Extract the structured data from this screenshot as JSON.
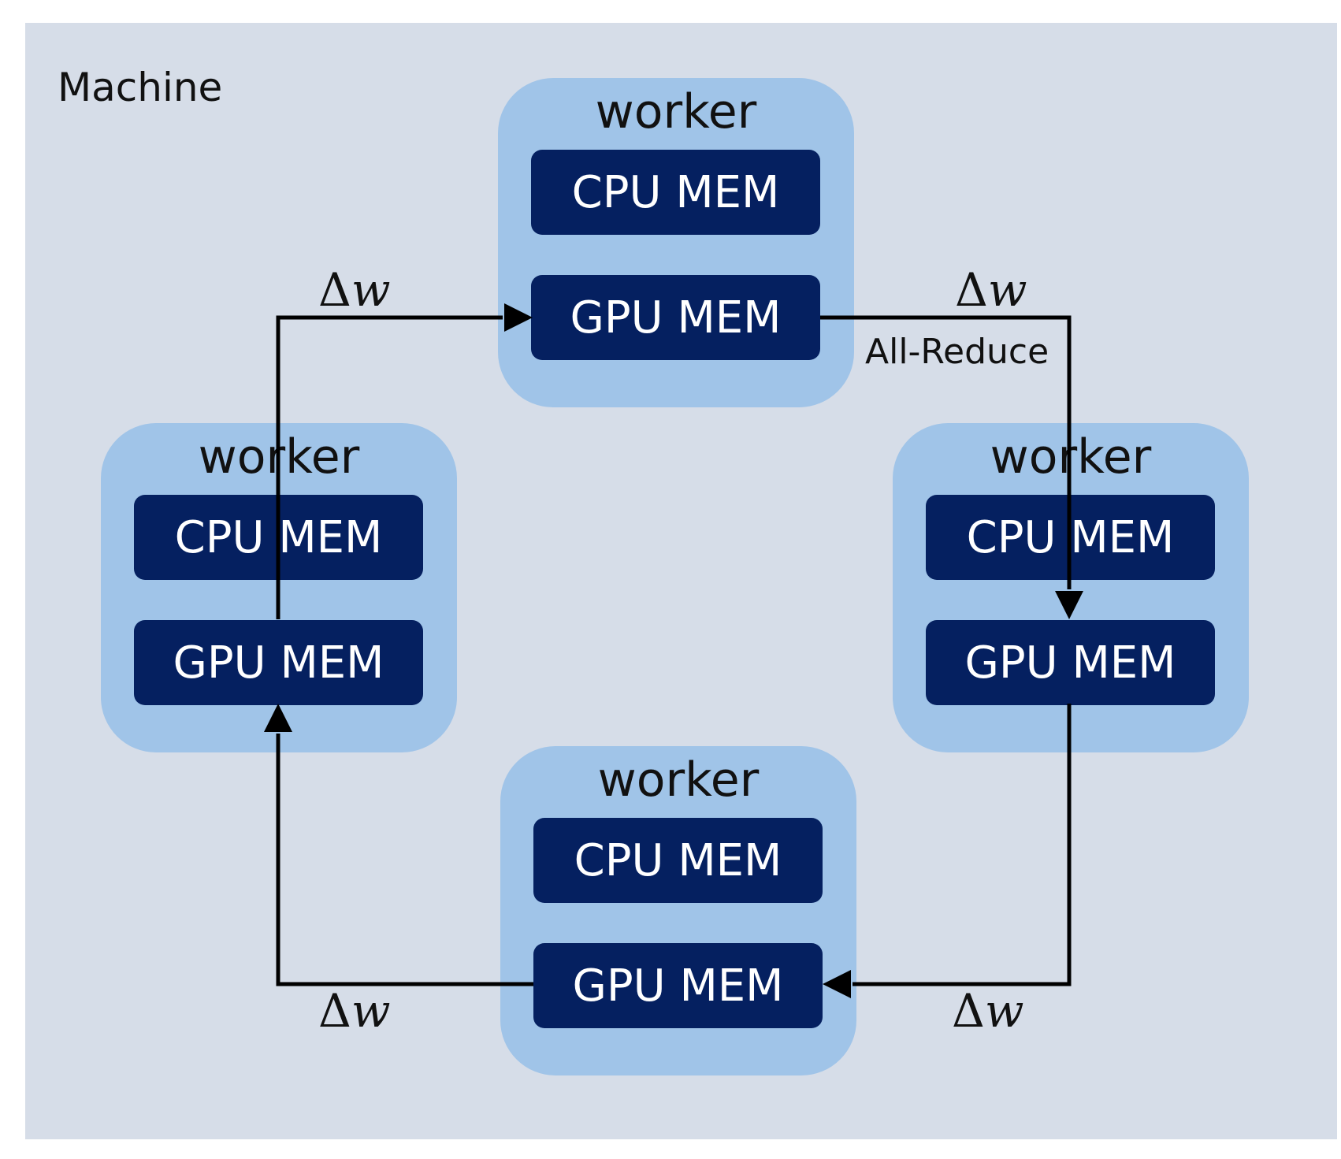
{
  "machine": {
    "label": "Machine"
  },
  "workers": [
    {
      "id": "top",
      "title": "worker",
      "cpu_label": "CPU MEM",
      "gpu_label": "GPU MEM"
    },
    {
      "id": "left",
      "title": "worker",
      "cpu_label": "CPU MEM",
      "gpu_label": "GPU MEM"
    },
    {
      "id": "right",
      "title": "worker",
      "cpu_label": "CPU MEM",
      "gpu_label": "GPU MEM"
    },
    {
      "id": "bottom",
      "title": "worker",
      "cpu_label": "CPU MEM",
      "gpu_label": "GPU MEM"
    }
  ],
  "edges": {
    "delta_symbol": "Δ",
    "delta_var": "w",
    "operation_label": "All-Reduce"
  },
  "colors": {
    "machine_bg": "#d6dde8",
    "worker_bg": "#a0c4e8",
    "mem_bg": "#052060",
    "arrow": "#000000"
  }
}
